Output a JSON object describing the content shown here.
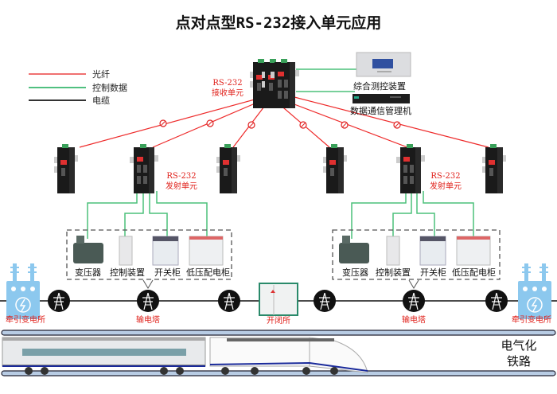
{
  "title": "点对点型RS-232接入单元应用",
  "legend": [
    {
      "label": "光纤",
      "color": "#f07070"
    },
    {
      "label": "控制数据",
      "color": "#50c080"
    },
    {
      "label": "电缆",
      "color": "#333333"
    }
  ],
  "receiver": {
    "line1": "RS-232",
    "line2": "接收单元"
  },
  "control_devices": [
    {
      "label": "综合测控装置"
    },
    {
      "label": "数据通信管理机"
    }
  ],
  "transmitters": [
    {
      "line1": "RS-232",
      "line2": "发射单元"
    },
    {
      "line1": "RS-232",
      "line2": "发射单元"
    }
  ],
  "equipment_groups": [
    {
      "items": [
        "变压器",
        "控制装置",
        "开关柜",
        "低压配电柜"
      ]
    },
    {
      "items": [
        "变压器",
        "控制装置",
        "开关柜",
        "低压配电柜"
      ]
    }
  ],
  "power_line": {
    "substation_left": "牵引变电所",
    "tower_left": "输电塔",
    "switch_station": "开闭所",
    "tower_right": "输电塔",
    "substation_right": "牵引变电所"
  },
  "railway": {
    "line1": "电气化",
    "line2": "铁路"
  },
  "colors": {
    "fiber": "#ee2a2a",
    "control": "#4cc07a",
    "cable": "#111111",
    "label_red": "#e0201a",
    "substation": "#8cc8ee"
  }
}
